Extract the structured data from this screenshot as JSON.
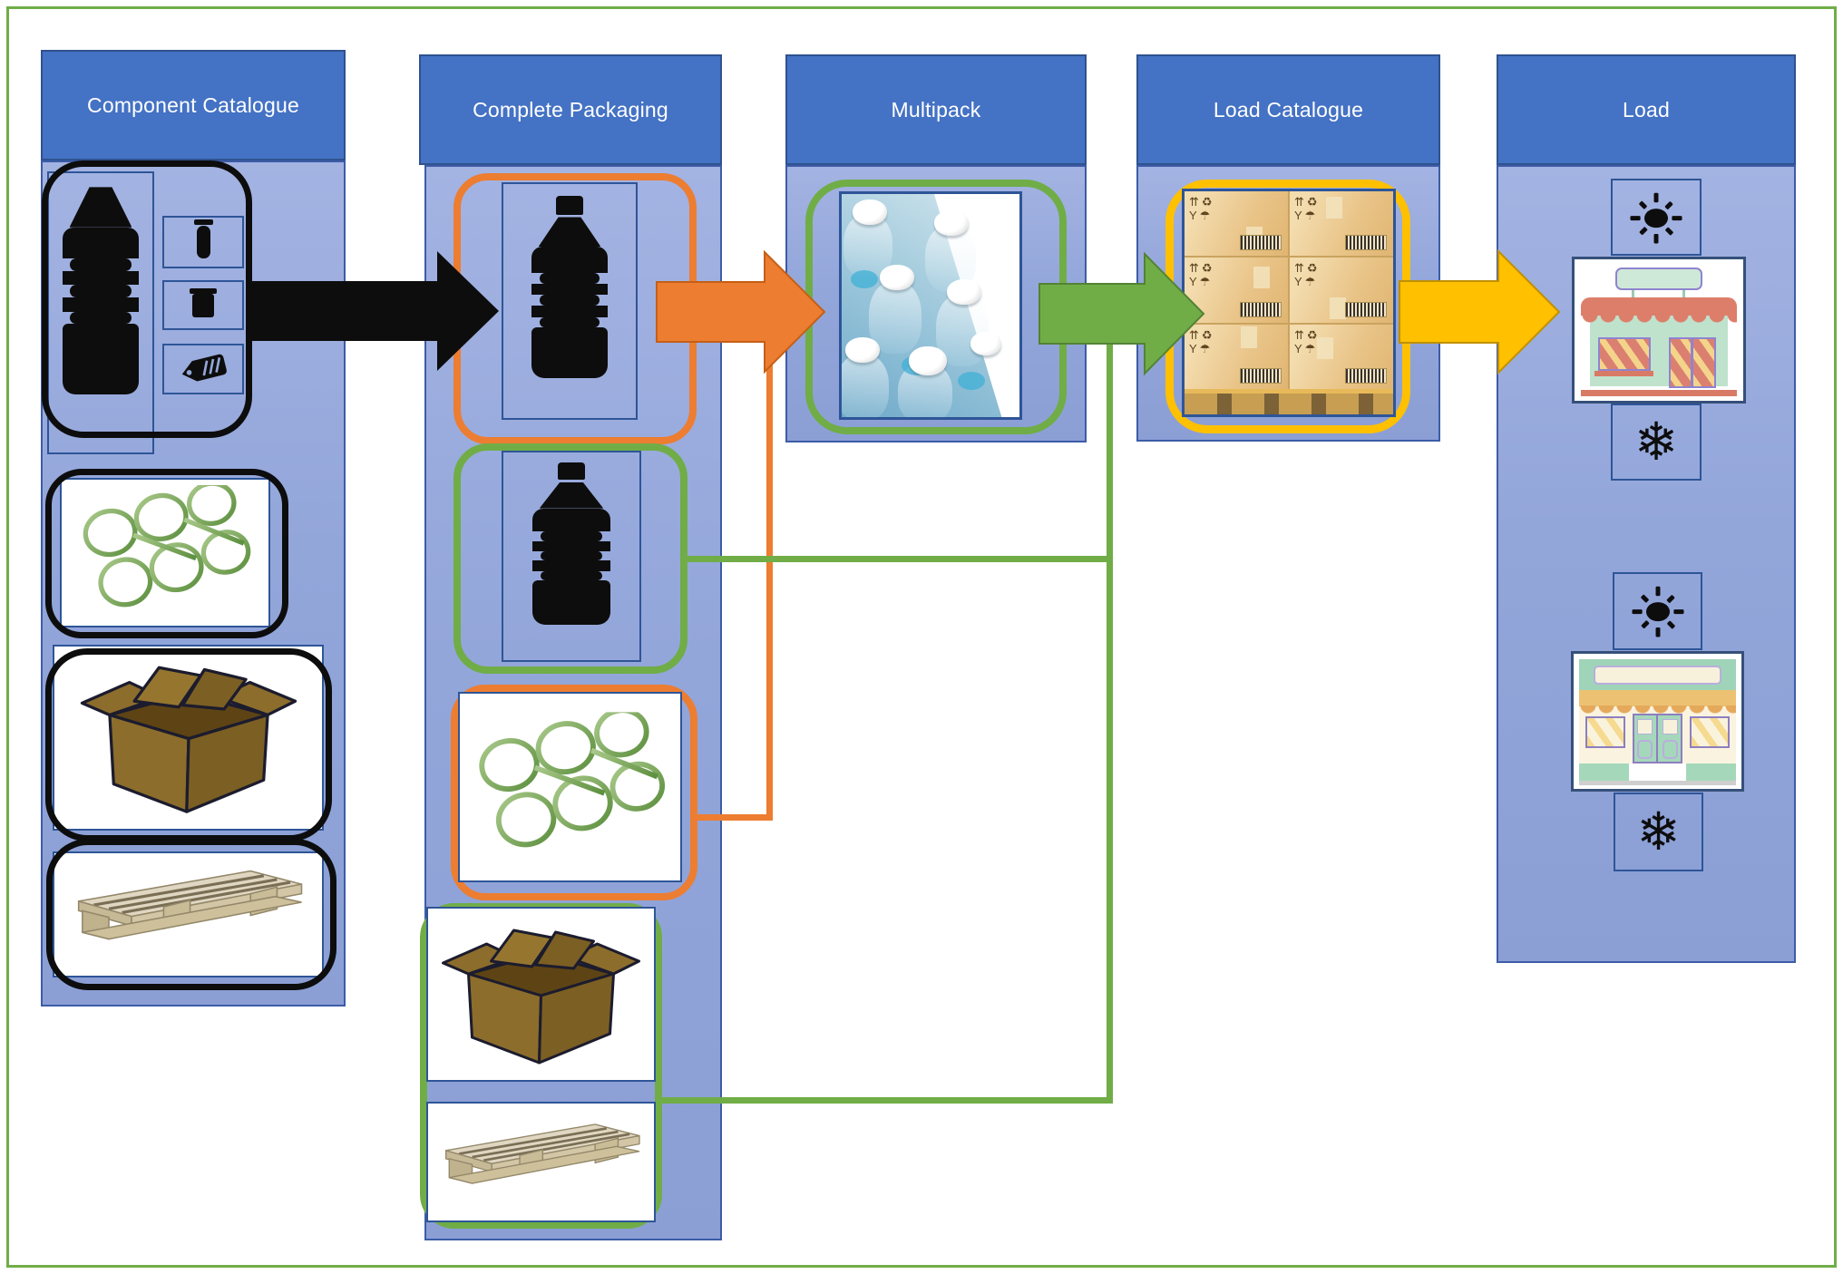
{
  "palette": {
    "headerBlue": "#4472C4",
    "headerBorder": "#2F528F",
    "boxBorder": "#2E5597",
    "columnFill": "#93A6DA",
    "ink": "#0D0D0D",
    "orange": "#ED7D31",
    "green": "#70AD47",
    "yellow": "#FFC000",
    "cardboard": "#8C6D2C",
    "pageBorderGreen": "#70AD47"
  },
  "columns": [
    {
      "id": "component-catalogue",
      "title": "Component Catalogue",
      "items": [
        "bottle-with-subcomponents",
        "six-pack-rings",
        "cardboard-box",
        "pallet"
      ]
    },
    {
      "id": "complete-packaging",
      "title": "Complete Packaging",
      "items": [
        {
          "name": "bottle",
          "ring": "orange"
        },
        {
          "name": "bottle",
          "ring": "green"
        },
        {
          "name": "six-pack-rings",
          "ring": "orange"
        },
        {
          "name": "cardboard-box-and-pallet",
          "ring": "green"
        }
      ]
    },
    {
      "id": "multipack",
      "title": "Multipack",
      "items": [
        {
          "name": "shrink-wrapped-bottle-multipack-photo",
          "ring": "green"
        }
      ]
    },
    {
      "id": "load-catalogue",
      "title": "Load Catalogue",
      "items": [
        {
          "name": "palletised-cartons",
          "ring": "yellow"
        }
      ]
    },
    {
      "id": "load",
      "title": "Load",
      "items": [
        "sun",
        "store-red-awning",
        "snowflake",
        "sun",
        "store-yellow-awning",
        "snowflake"
      ]
    }
  ],
  "flow": {
    "arrows": [
      {
        "from": "component-catalogue",
        "to": "complete-packaging",
        "color": "#0D0D0D"
      },
      {
        "from": "complete-packaging",
        "to": "multipack",
        "color": "#ED7D31"
      },
      {
        "from": "multipack",
        "to": "load-catalogue",
        "color": "#70AD47"
      },
      {
        "from": "load-catalogue",
        "to": "load",
        "color": "#FFC000"
      }
    ],
    "connectors": [
      {
        "color": "#ED7D31",
        "links": [
          "complete-packaging-to-multipack-arrow",
          "six-pack-rings"
        ]
      },
      {
        "color": "#70AD47",
        "links": [
          "multipack-to-load-catalogue-arrow",
          "bottle",
          "cardboard-box-and-pallet"
        ]
      }
    ]
  },
  "icons": {
    "snowflake_glyph": "❄",
    "handling_glyphs": "⇈♻Y☂",
    "names": [
      "bottle-icon",
      "preform-icon",
      "cap-icon",
      "tag-icon",
      "six-pack-rings-icon",
      "cardboard-box-icon",
      "pallet-icon",
      "sun-icon",
      "snowflake-icon",
      "store-icon",
      "carton-handling-icons",
      "barcode-icon"
    ]
  }
}
